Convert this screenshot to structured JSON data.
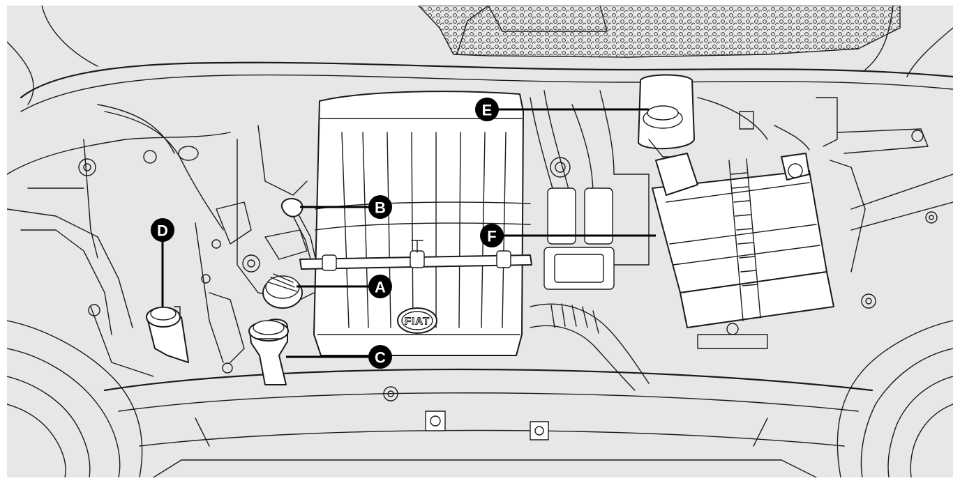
{
  "callouts": [
    {
      "id": "A",
      "label": "A"
    },
    {
      "id": "B",
      "label": "B"
    },
    {
      "id": "C",
      "label": "C"
    },
    {
      "id": "D",
      "label": "D"
    },
    {
      "id": "E",
      "label": "E"
    },
    {
      "id": "F",
      "label": "F"
    }
  ],
  "engine_cover": {
    "brand_text": "FIAT"
  },
  "colors": {
    "background": "#e6e7e8",
    "linework": "#1a1a1a",
    "callout_fill": "#000000",
    "callout_text": "#ffffff",
    "parts_fill": "#ffffff"
  }
}
